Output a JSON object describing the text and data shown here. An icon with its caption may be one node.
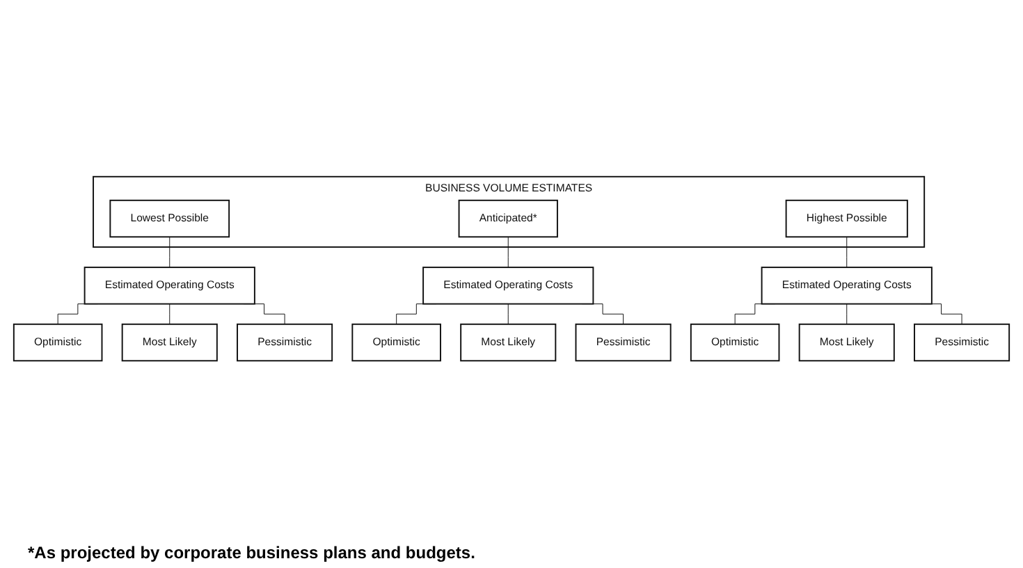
{
  "diagram": {
    "nodes": [
      {
        "text": [
          "BUSINESS VOLUME ESTIMATES"
        ]
      },
      {
        "text": [
          "Lowest Possible"
        ],
        "in": 0
      },
      {
        "text": [
          "Anticipated*"
        ],
        "in": 0
      },
      {
        "text": [
          "Highest Possible"
        ],
        "in": 0
      },
      {
        "text": [
          "Estimated Operating Costs"
        ]
      },
      {
        "text": [
          "Optimistic"
        ]
      },
      {
        "text": [
          "Most Likely"
        ]
      },
      {
        "text": [
          "Pessimistic"
        ]
      },
      {
        "text": [
          "Estimated Operating Costs"
        ]
      },
      {
        "text": [
          "Optimistic"
        ]
      },
      {
        "text": [
          "Most Likely"
        ]
      },
      {
        "text": [
          "Pessimistic"
        ]
      },
      {
        "text": [
          "Estimated Operating Costs"
        ]
      },
      {
        "text": [
          "Optimistic"
        ]
      },
      {
        "text": [
          "Most Likely"
        ]
      },
      {
        "text": [
          "Pessimistic"
        ]
      }
    ],
    "edges": [
      {
        "from": 1,
        "to": 4,
        "arrow": "none"
      },
      {
        "from": 4,
        "to": 5,
        "arrow": "none"
      },
      {
        "from": 4,
        "to": 6,
        "arrow": "none"
      },
      {
        "from": 4,
        "to": 7,
        "arrow": "none"
      },
      {
        "from": 2,
        "to": 8,
        "arrow": "none"
      },
      {
        "from": 8,
        "to": 9,
        "arrow": "none"
      },
      {
        "from": 8,
        "to": 10,
        "arrow": "none"
      },
      {
        "from": 8,
        "to": 11,
        "arrow": "none"
      },
      {
        "from": 3,
        "to": 12,
        "arrow": "none"
      },
      {
        "from": 12,
        "to": 13,
        "arrow": "none"
      },
      {
        "from": 12,
        "to": 14,
        "arrow": "none"
      },
      {
        "from": 12,
        "to": 15,
        "arrow": "none"
      }
    ],
    "labels": [
      "*As projected by corporate business plans and budgets."
    ]
  }
}
